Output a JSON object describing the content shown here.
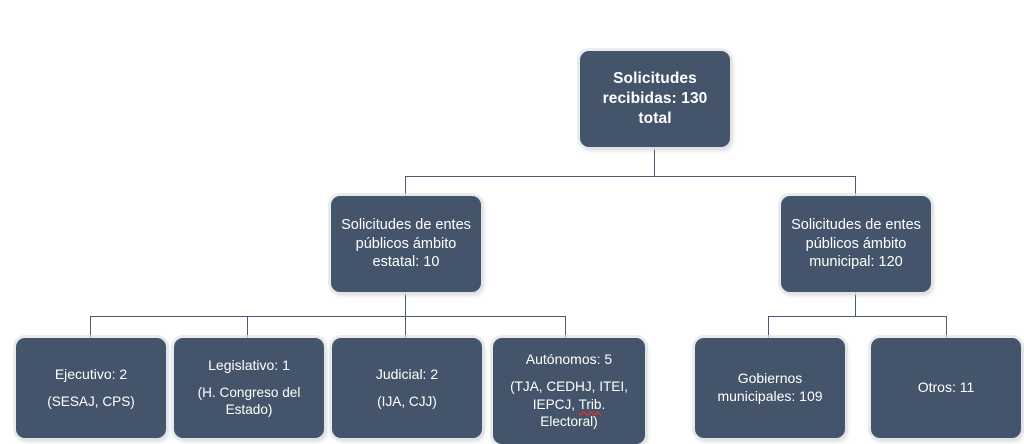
{
  "diagram": {
    "title": "Solicitudes recibidas - organigrama",
    "colors": {
      "node_fill": "#44546a",
      "node_text": "#ffffff",
      "connector": "#4a5a72",
      "background": "#ffffff",
      "spellcheck_underline": "#e03030"
    },
    "root": {
      "line1": "Solicitudes",
      "line2": "recibidas: 130",
      "line3": "total",
      "total": 130
    },
    "branches": [
      {
        "id": "estatal",
        "line1": "Solicitudes de entes",
        "line2": "públicos ámbito",
        "line3": "estatal: 10",
        "count": 10
      },
      {
        "id": "municipal",
        "line1": "Solicitudes de entes",
        "line2": "públicos ámbito",
        "line3": "municipal: 120",
        "count": 120
      }
    ],
    "leaves": [
      {
        "id": "ejecutivo",
        "main": "Ejecutivo: 2",
        "detail": "(SESAJ, CPS)",
        "count": 2,
        "parent": "estatal"
      },
      {
        "id": "legislativo",
        "main": "Legislativo: 1",
        "detail_line1": "(H. Congreso del",
        "detail_line2": "Estado)",
        "count": 1,
        "parent": "estatal"
      },
      {
        "id": "judicial",
        "main": "Judicial: 2",
        "detail": "(IJA, CJJ)",
        "count": 2,
        "parent": "estatal"
      },
      {
        "id": "autonomos",
        "main": "Autónomos: 5",
        "detail_line1": "(TJA, CEDHJ, ITEI,",
        "detail_line2_pre": "IEPCJ, ",
        "detail_line2_misspelled": "Trib",
        "detail_line2_post": ".",
        "detail_line3": "Electoral)",
        "count": 5,
        "parent": "estatal"
      },
      {
        "id": "gobiernos-municipales",
        "main_line1": "Gobiernos",
        "main_line2": "municipales: 109",
        "count": 109,
        "parent": "municipal"
      },
      {
        "id": "otros",
        "main": "Otros: 11",
        "count": 11,
        "parent": "municipal"
      }
    ]
  }
}
